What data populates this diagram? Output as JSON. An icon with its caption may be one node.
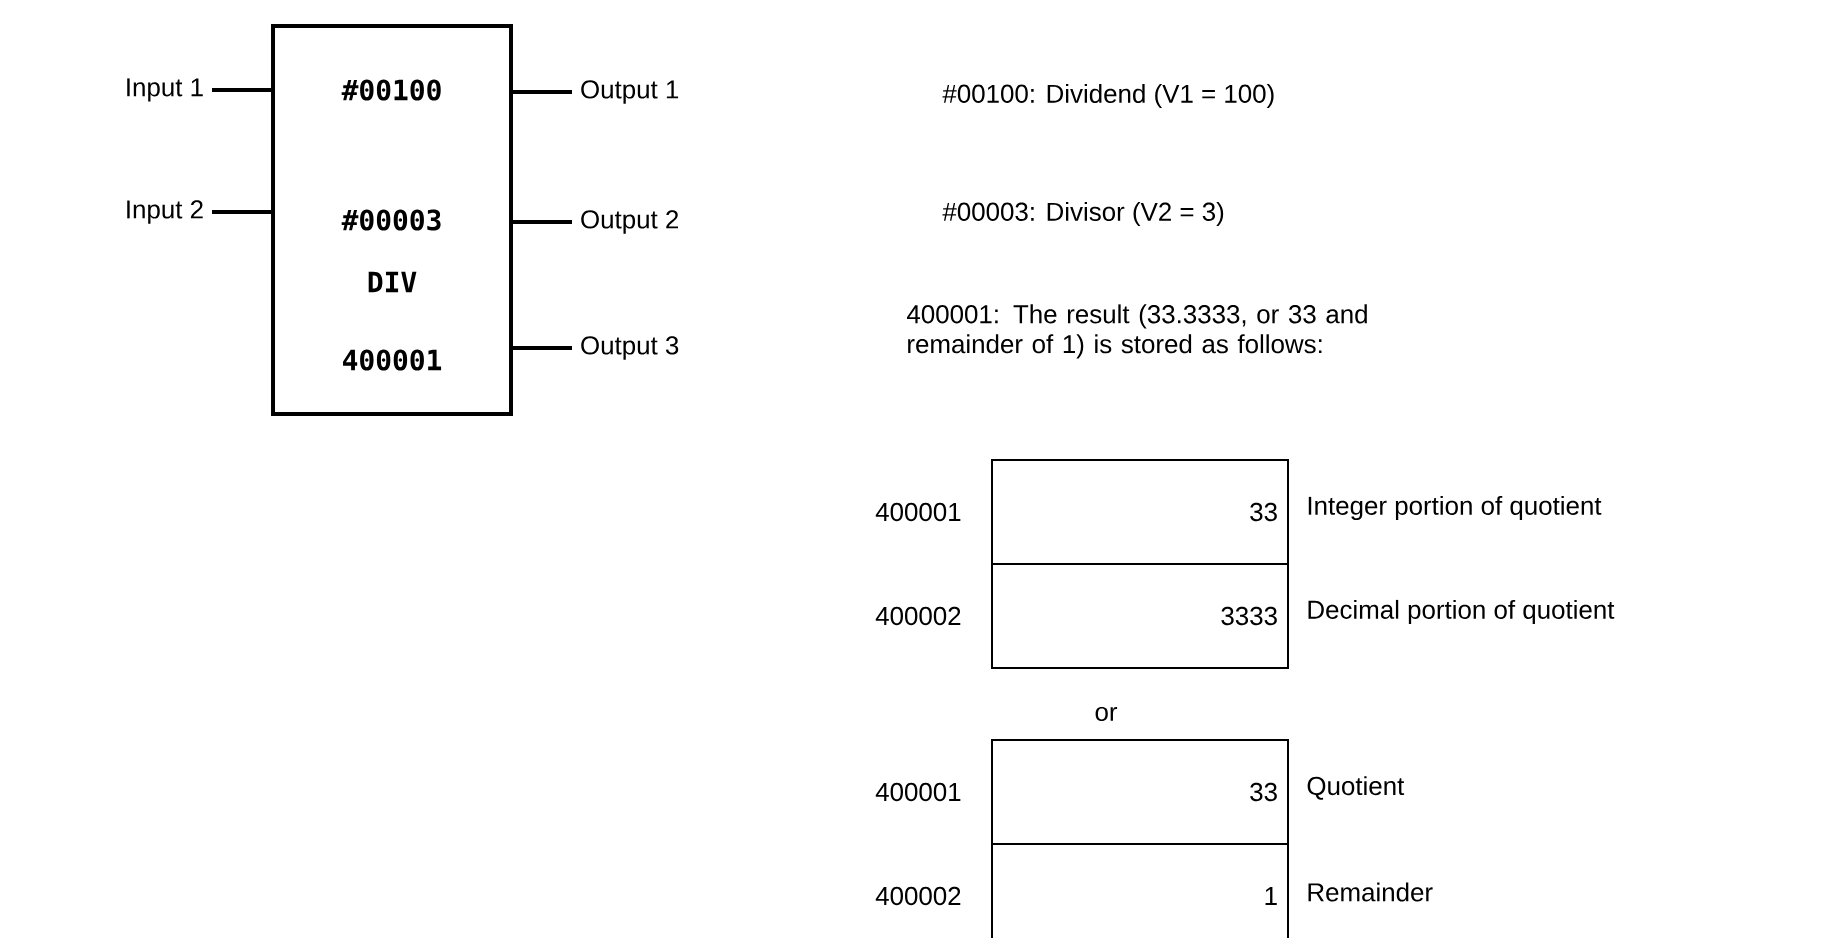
{
  "diagram": {
    "nodes": [
      {
        "text": [
          "#00100",
          "#00003",
          "DIV",
          "400001"
        ]
      },
      {
        "text": [
          "Input 1"
        ]
      },
      {
        "text": [
          "Input 2"
        ]
      },
      {
        "text": [
          "Output 1"
        ]
      },
      {
        "text": [
          "Output 2"
        ]
      },
      {
        "text": [
          "Output 3"
        ]
      },
      {
        "text": [
          "33"
        ],
        "beside": [
          "400001",
          "Integer portion of quotient"
        ]
      },
      {
        "text": [
          "3333"
        ],
        "beside": [
          "400002",
          "Decimal portion of quotient"
        ]
      },
      {
        "text": [
          "33"
        ],
        "beside": [
          "400001",
          "Quotient"
        ]
      },
      {
        "text": [
          "1"
        ],
        "beside": [
          "400002",
          "Remainder"
        ]
      }
    ],
    "edges": [
      {
        "from": 1,
        "to": 0,
        "arrow": "none"
      },
      {
        "from": 2,
        "to": 0,
        "arrow": "none"
      },
      {
        "from": 0,
        "to": 3,
        "arrow": "none"
      },
      {
        "from": 0,
        "to": 4,
        "arrow": "none"
      },
      {
        "from": 0,
        "to": 5,
        "arrow": "none"
      }
    ],
    "labels": [
      "#00100:  Dividend (V1 = 100)",
      "#00003:  Divisor (V2 = 3)",
      "400001:  The result (33.3333, or 33 and remainder of 1) is stored as follows:",
      "or"
    ]
  }
}
